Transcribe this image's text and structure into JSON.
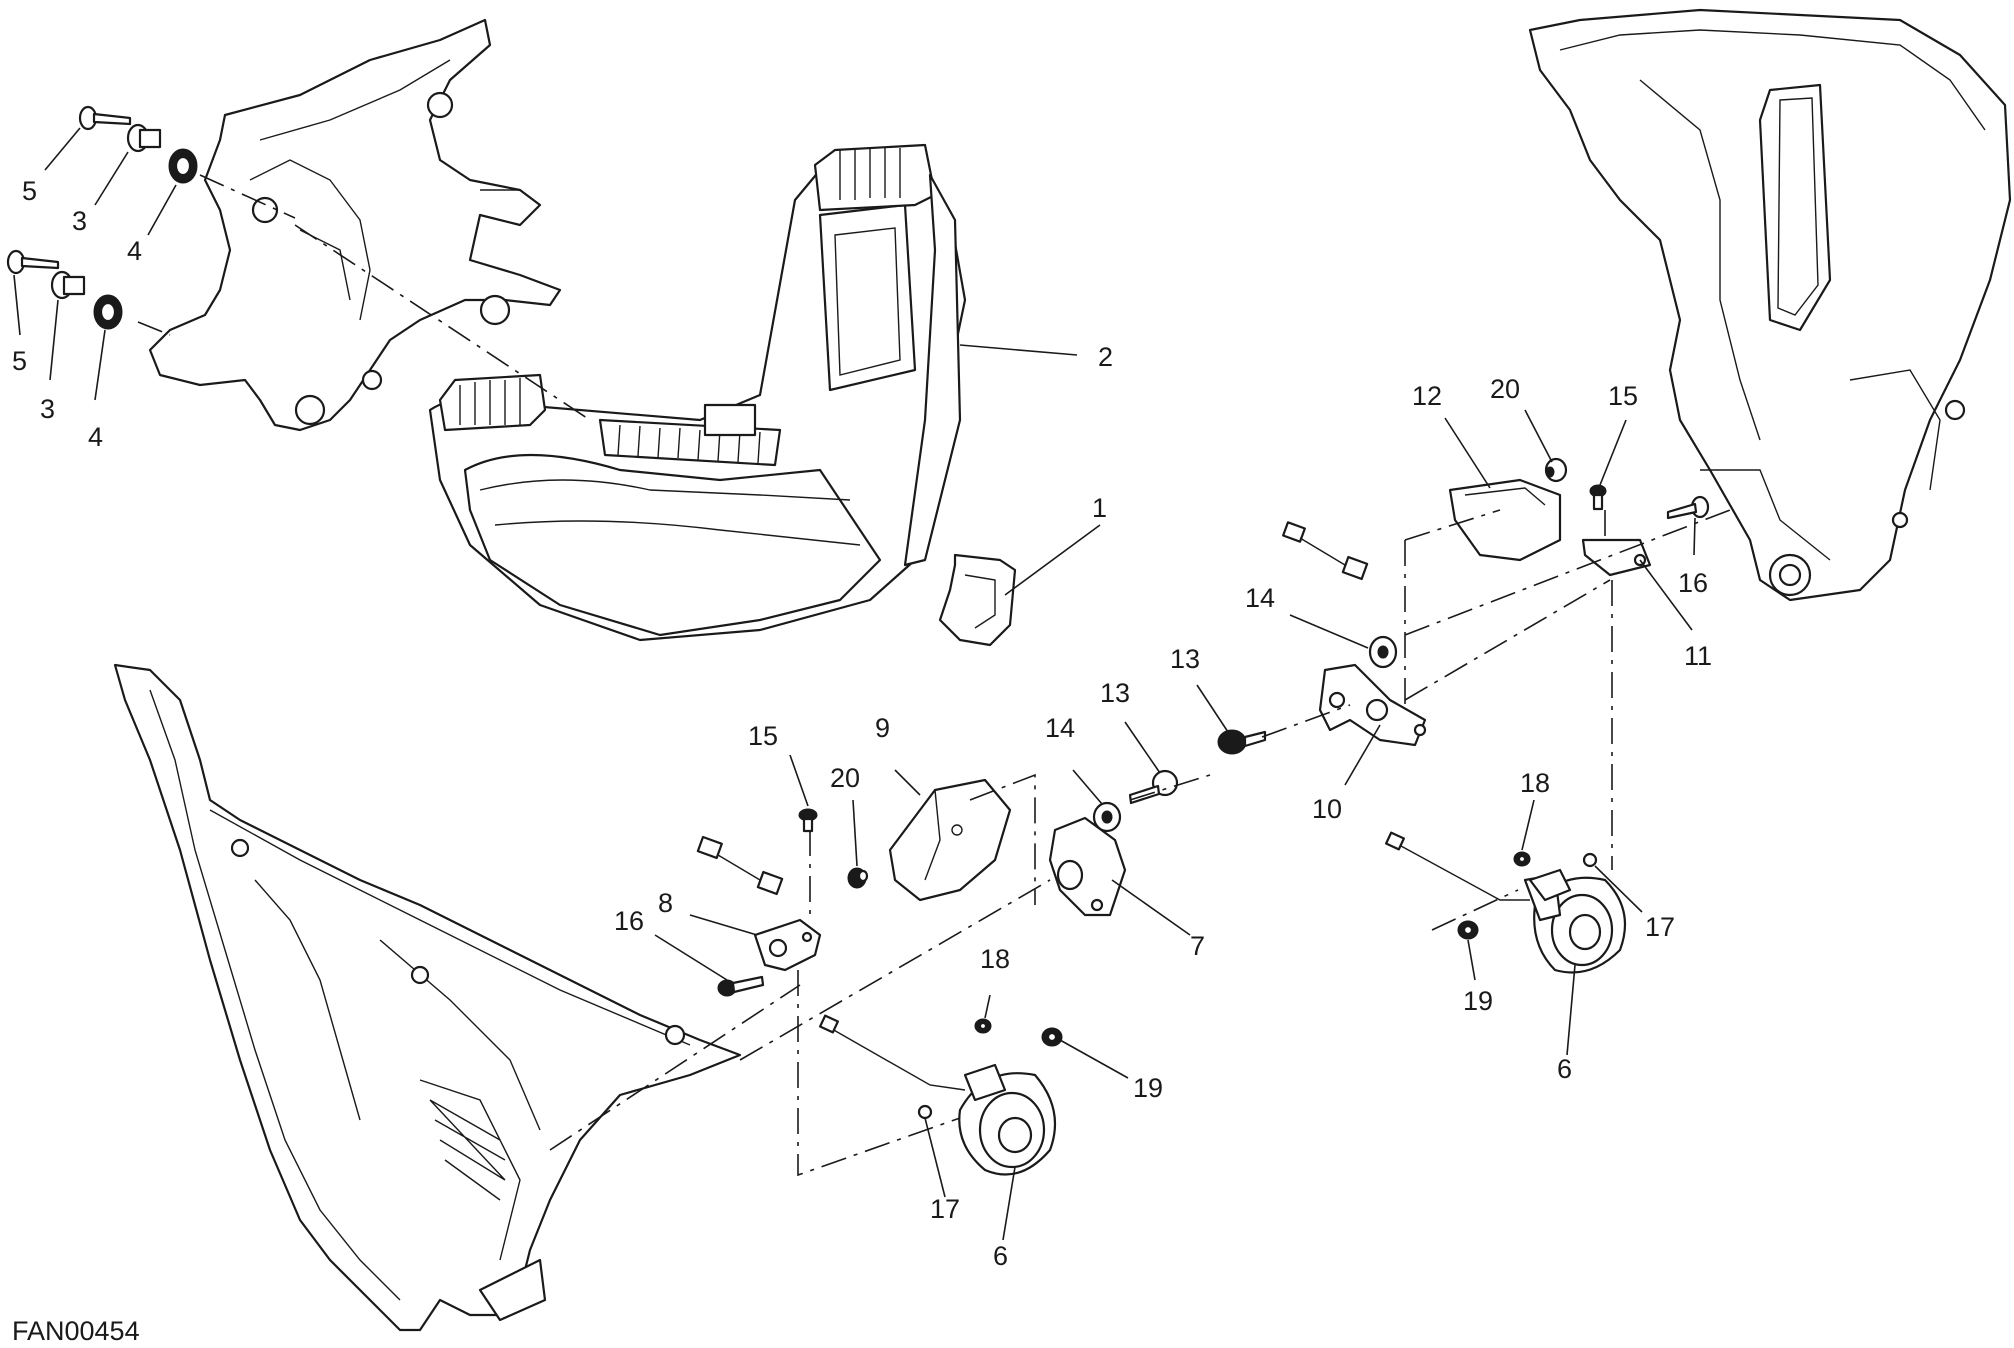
{
  "drawing_code": "FAN00454",
  "colors": {
    "line": "#1a1a1a",
    "background": "#ffffff"
  },
  "callouts": [
    {
      "id": "c5a",
      "label": "5"
    },
    {
      "id": "c3a",
      "label": "3"
    },
    {
      "id": "c4a",
      "label": "4"
    },
    {
      "id": "c5b",
      "label": "5"
    },
    {
      "id": "c3b",
      "label": "3"
    },
    {
      "id": "c4b",
      "label": "4"
    },
    {
      "id": "c2",
      "label": "2"
    },
    {
      "id": "c1",
      "label": "1"
    },
    {
      "id": "c12",
      "label": "12"
    },
    {
      "id": "c20a",
      "label": "20"
    },
    {
      "id": "c15a",
      "label": "15"
    },
    {
      "id": "c16a",
      "label": "16"
    },
    {
      "id": "c11",
      "label": "11"
    },
    {
      "id": "c14a",
      "label": "14"
    },
    {
      "id": "c13a",
      "label": "13"
    },
    {
      "id": "c10",
      "label": "10"
    },
    {
      "id": "c18a",
      "label": "18"
    },
    {
      "id": "c17a",
      "label": "17"
    },
    {
      "id": "c19a",
      "label": "19"
    },
    {
      "id": "c6a",
      "label": "6"
    },
    {
      "id": "c15b",
      "label": "15"
    },
    {
      "id": "c9",
      "label": "9"
    },
    {
      "id": "c20b",
      "label": "20"
    },
    {
      "id": "c14b",
      "label": "14"
    },
    {
      "id": "c13b",
      "label": "13"
    },
    {
      "id": "c8",
      "label": "8"
    },
    {
      "id": "c16b",
      "label": "16"
    },
    {
      "id": "c7",
      "label": "7"
    },
    {
      "id": "c18b",
      "label": "18"
    },
    {
      "id": "c19b",
      "label": "19"
    },
    {
      "id": "c17b",
      "label": "17"
    },
    {
      "id": "c6b",
      "label": "6"
    }
  ]
}
